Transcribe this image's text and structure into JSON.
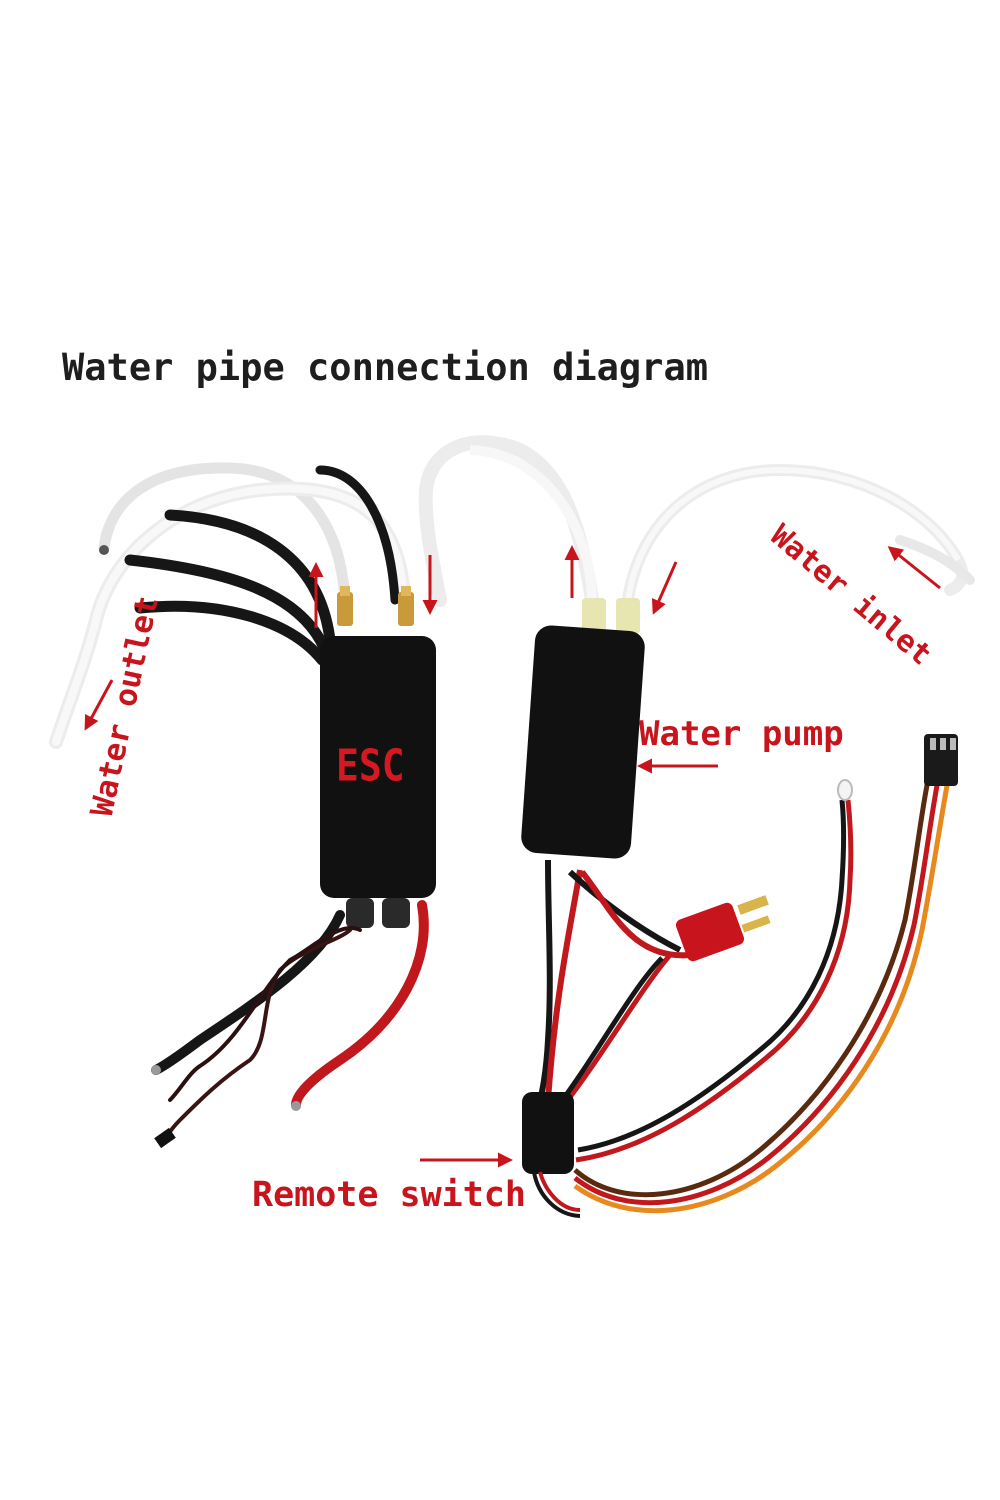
{
  "diagram": {
    "title": "Water pipe connection diagram",
    "labels": {
      "esc": "ESC",
      "water_outlet": "Water outlet",
      "water_inlet": "Water inlet",
      "water_pump": "Water pump",
      "remote_switch": "Remote switch"
    }
  },
  "colors": {
    "label_red": "#c8141c",
    "title_black": "#1e1e1e",
    "module_black": "#111111",
    "wire_red": "#c0181c",
    "tube_white": "#f2f2f2",
    "brass": "#c89a3a",
    "servo_orange": "#e8891e",
    "servo_brown": "#5a2a10"
  }
}
